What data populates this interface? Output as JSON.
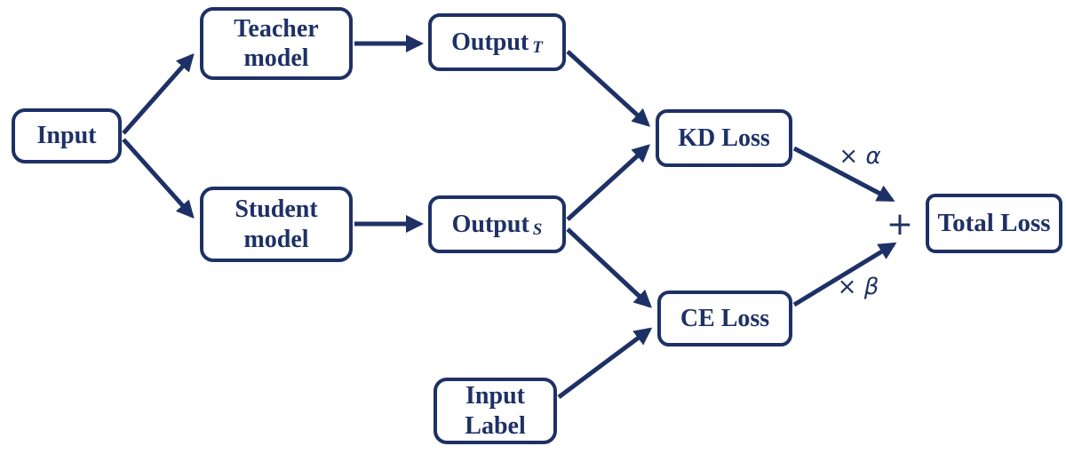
{
  "diagram": {
    "colors": {
      "ink": "#1e3166",
      "box_fill": "#ffffff"
    },
    "nodes": {
      "input": {
        "label": "Input"
      },
      "teacher": {
        "label": "Teacher\nmodel"
      },
      "output_t": {
        "label": "Output",
        "sub": "T"
      },
      "student": {
        "label": "Student\nmodel"
      },
      "output_s": {
        "label": "Output",
        "sub": "S"
      },
      "kd_loss": {
        "label": "KD Loss"
      },
      "ce_loss": {
        "label": "CE Loss"
      },
      "input_label": {
        "label": "Input\nLabel"
      },
      "total_loss": {
        "label": "Total Loss"
      }
    },
    "annotations": {
      "alpha_weight": "× α",
      "beta_weight": "× β",
      "plus": "+"
    }
  }
}
